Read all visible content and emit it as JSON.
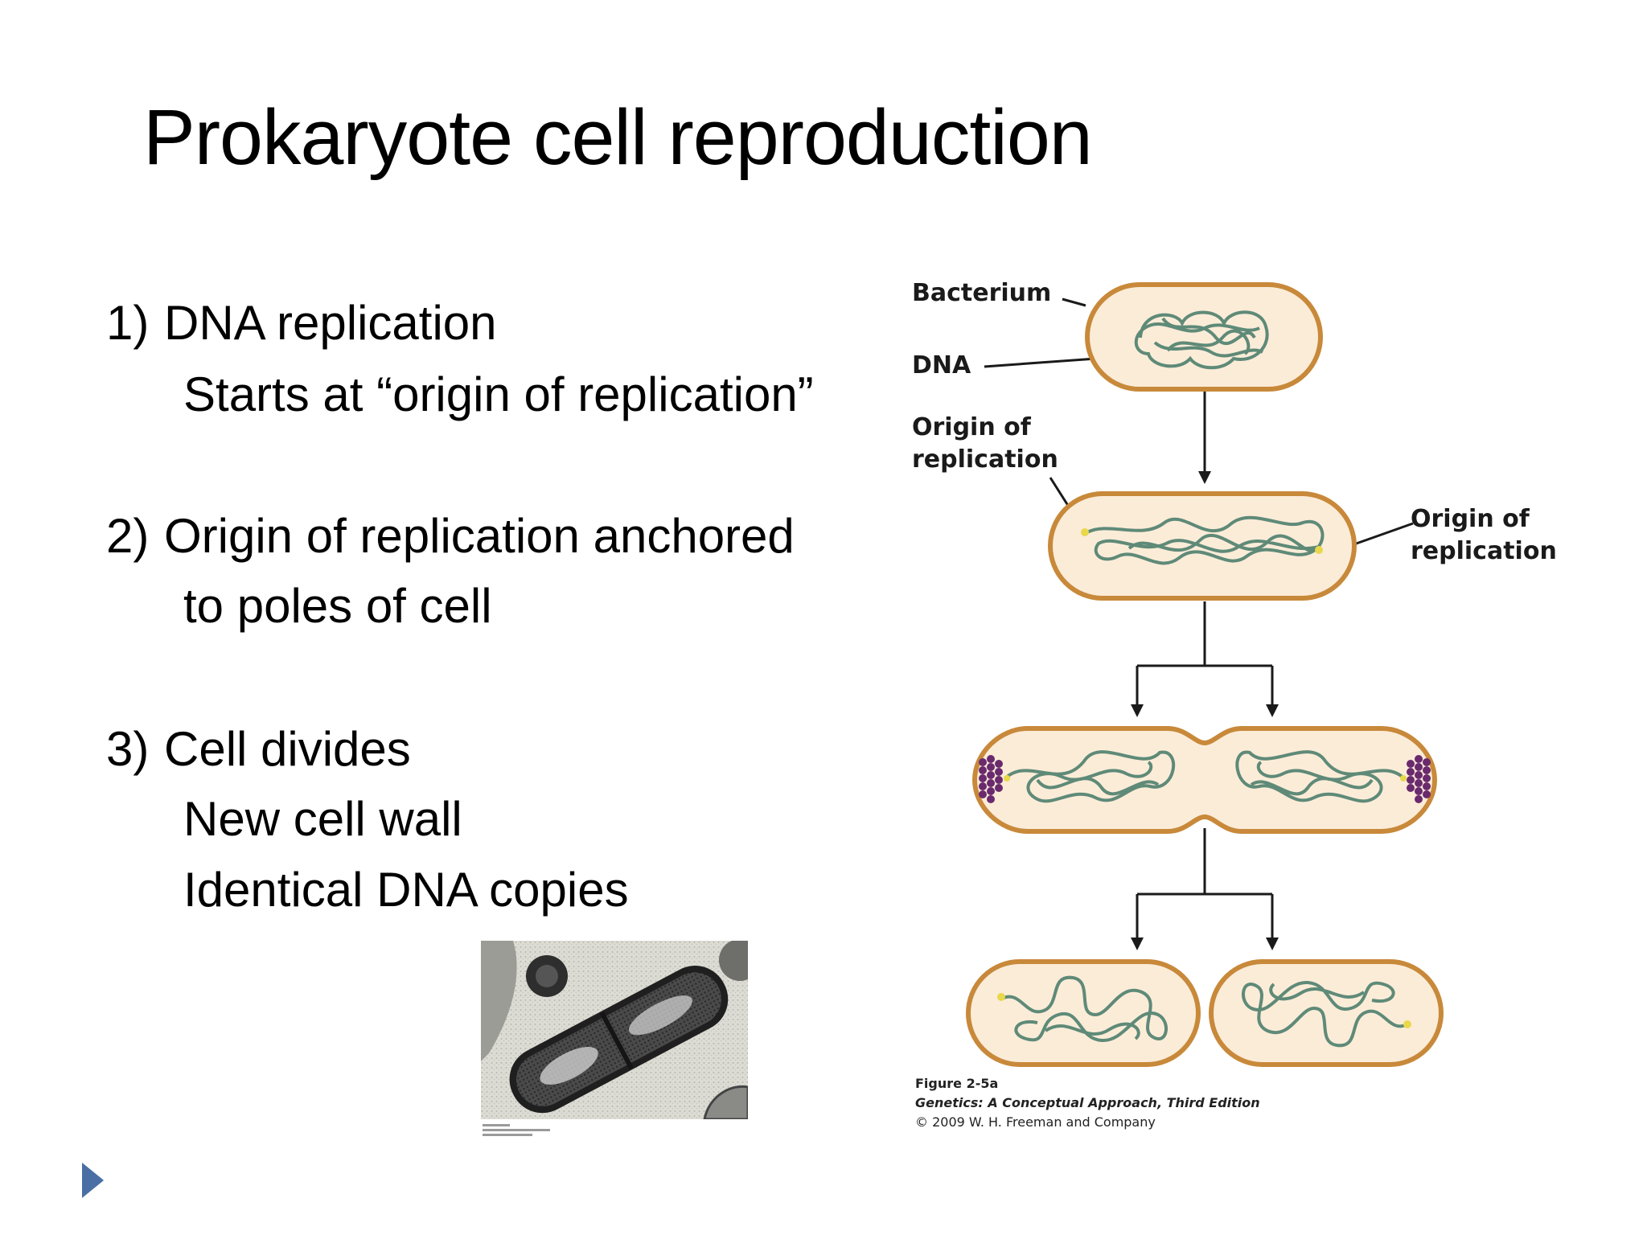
{
  "slide": {
    "title": "Prokaryote cell reproduction",
    "bullets": [
      {
        "number": "1)",
        "text": "DNA replication",
        "sub": [
          "Starts at “origin of replication”"
        ]
      },
      {
        "number": "2)",
        "text": "Origin of replication anchored",
        "sub": [
          "to poles of cell"
        ]
      },
      {
        "number": "3)",
        "text": "Cell divides",
        "sub": [
          "New cell wall",
          "Identical DNA copies"
        ]
      }
    ]
  },
  "figure": {
    "labels": {
      "bacterium": "Bacterium",
      "dna": "DNA",
      "origin_left_line1": "Origin of",
      "origin_left_line2": "replication",
      "origin_right_line1": "Origin of",
      "origin_right_line2": "replication"
    },
    "credit": {
      "figure_number": "Figure 2-5a",
      "book": "Genetics: A Conceptual Approach, Third Edition",
      "copyright": "© 2009 W. H. Freeman and Company"
    },
    "colors": {
      "cell_wall": "#c8893a",
      "cytoplasm": "#fbecd8",
      "dna": "#5f8a78",
      "origin": "#e8d84a",
      "membrane_protein": "#6a2a6e"
    }
  },
  "navigation": {
    "next_icon": "triangle-right-icon",
    "color": "#4a6fa5"
  }
}
